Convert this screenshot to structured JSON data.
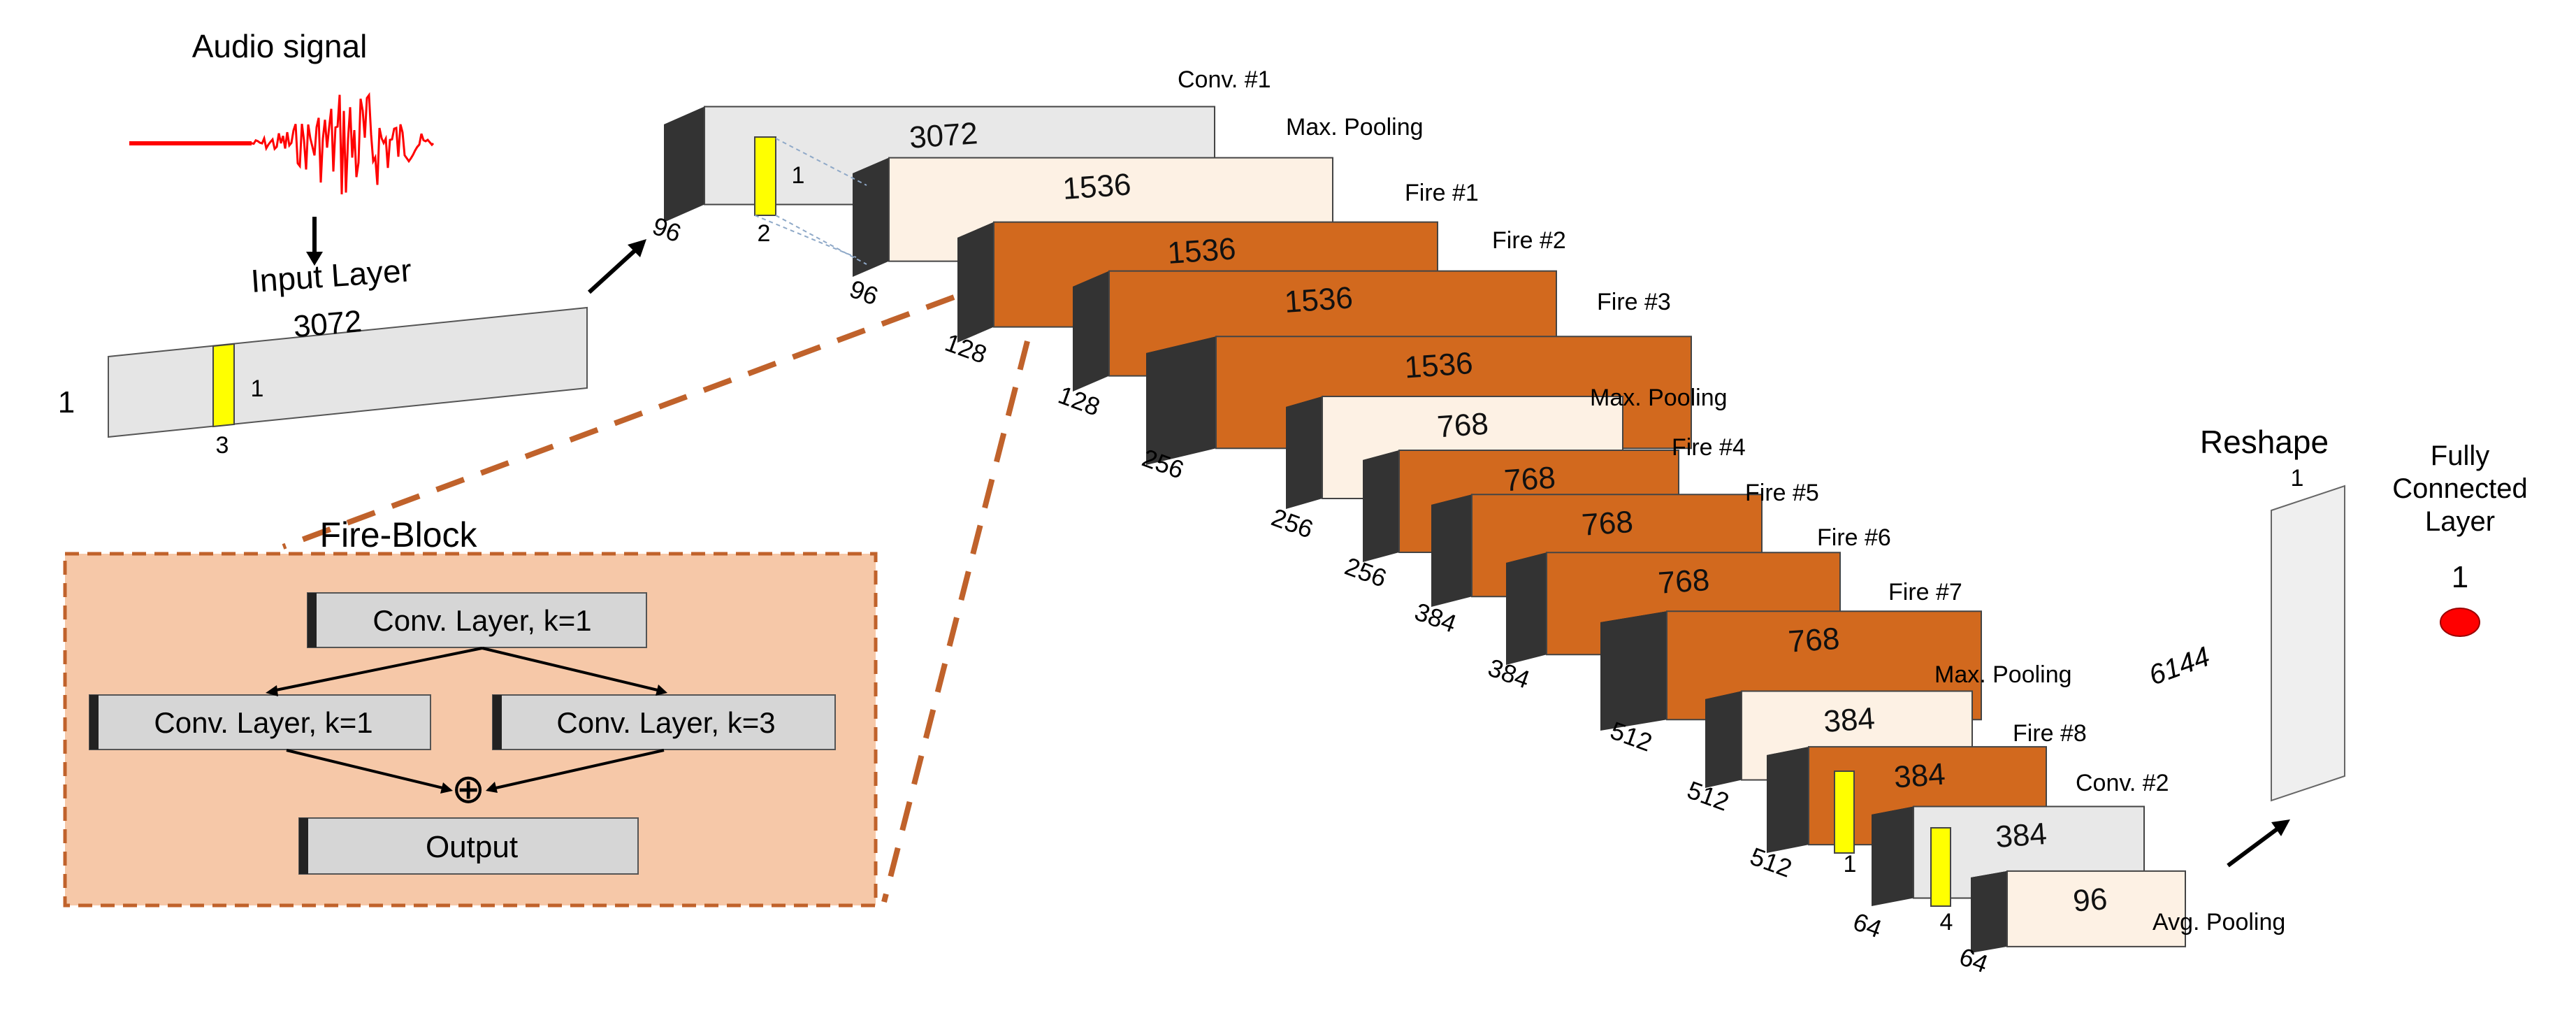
{
  "input": {
    "audio_label": "Audio signal",
    "input_layer_label": "Input Layer",
    "length": "3072",
    "height": "1",
    "kernel_w": "3",
    "kernel_h": "1"
  },
  "layers": [
    {
      "name": "Conv. #1",
      "length": "3072",
      "depth": "96",
      "fill": "#e8e8e8",
      "kernel_h": "1",
      "kernel_w": "2"
    },
    {
      "name": "Max. Pooling",
      "length": "1536",
      "depth": "96",
      "fill": "#fdf1e4"
    },
    {
      "name": "Fire #1",
      "length": "1536",
      "depth": "128",
      "fill": "#d2691e"
    },
    {
      "name": "Fire #2",
      "length": "1536",
      "depth": "128",
      "fill": "#d2691e"
    },
    {
      "name": "Fire #3",
      "length": "1536",
      "depth": "256",
      "fill": "#d2691e"
    },
    {
      "name": "Max. Pooling",
      "length": "768",
      "depth": "256",
      "fill": "#fdf1e4"
    },
    {
      "name": "Fire #4",
      "length": "768",
      "depth": "256",
      "fill": "#d2691e"
    },
    {
      "name": "Fire #5",
      "length": "768",
      "depth": "384",
      "fill": "#d2691e"
    },
    {
      "name": "Fire #6",
      "length": "768",
      "depth": "384",
      "fill": "#d2691e"
    },
    {
      "name": "Fire #7",
      "length": "768",
      "depth": "512",
      "fill": "#d2691e"
    },
    {
      "name": "Max. Pooling",
      "length": "384",
      "depth": "512",
      "fill": "#fdf1e4"
    },
    {
      "name": "Fire #8",
      "length": "384",
      "depth": "512",
      "fill": "#d2691e",
      "kernel_h": "1"
    },
    {
      "name": "Conv. #2",
      "length": "384",
      "depth": "64",
      "fill": "#e8e8e8",
      "kernel_w": "4"
    },
    {
      "name": "Avg. Pooling",
      "length": "96",
      "depth": "64",
      "fill": "#fdf1e4"
    }
  ],
  "fire_block": {
    "title": "Fire-Block",
    "squeeze": "Conv. Layer, k=1",
    "expand1": "Conv. Layer, k=1",
    "expand3": "Conv. Layer, k=3",
    "sum_symbol": "⊕",
    "output": "Output"
  },
  "reshape": {
    "label": "Reshape",
    "height": "6144",
    "width": "1"
  },
  "fc": {
    "label_line1": "Fully",
    "label_line2": "Connected",
    "label_line3": "Layer",
    "units": "1"
  },
  "colors": {
    "fire": "#d2691e",
    "pool": "#fdf1e4",
    "conv": "#e8e8e8",
    "front": "#333333",
    "kernel": "#ffff00",
    "waveform": "#ff0000",
    "output_dot": "#ff0000",
    "fire_bg": "#f6c8a8",
    "fire_border": "#c0622b"
  }
}
